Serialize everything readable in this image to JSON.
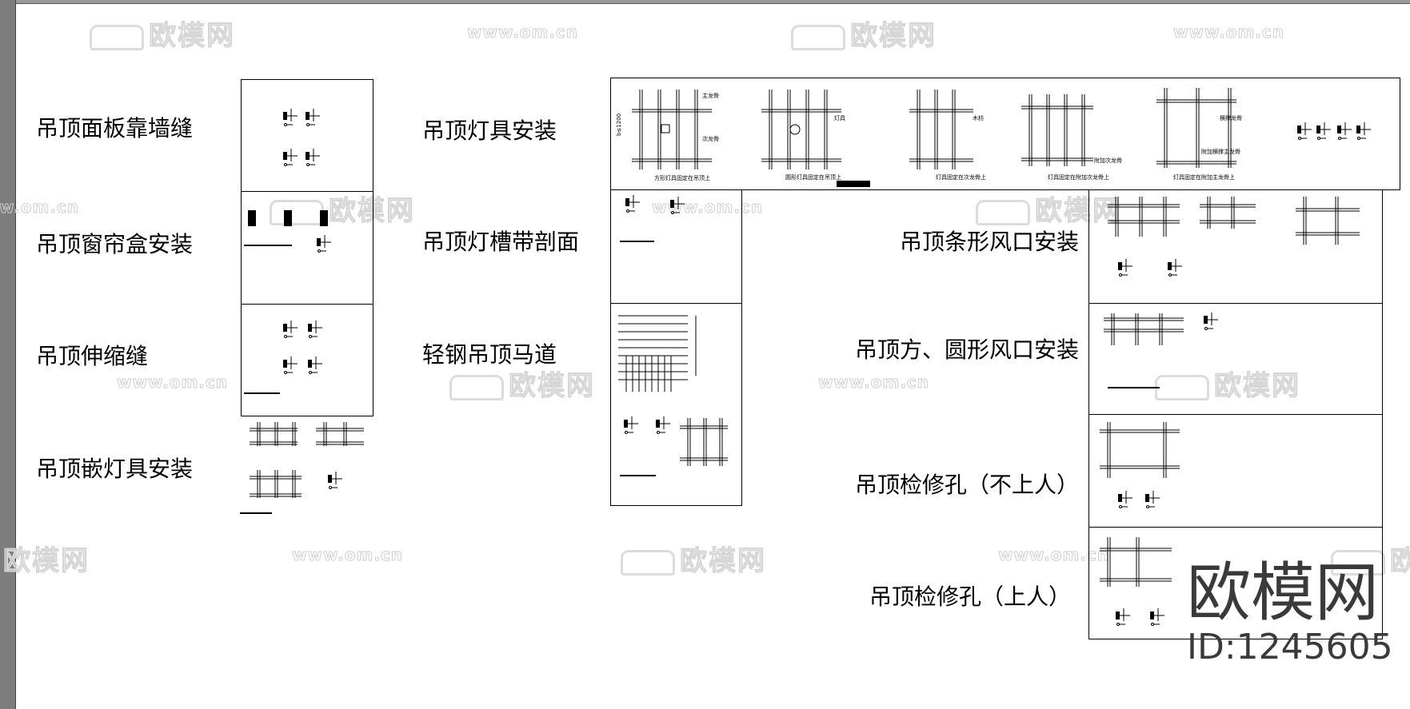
{
  "left_labels": [
    "吊顶面板靠墙缝",
    "吊顶窗帘盒安装",
    "吊顶伸缩缝",
    "吊顶嵌灯具安装"
  ],
  "middle_labels": [
    "吊顶灯具安装",
    "吊顶灯槽带剖面",
    "轻钢吊顶马道"
  ],
  "right_labels": [
    "吊顶条形风口安装",
    "吊顶方、圆形风口安装",
    "吊顶检修孔（不上人）",
    "吊顶检修孔（上人）"
  ],
  "lighting_panel": {
    "captions": [
      "方形灯具固定在吊顶上",
      "圆形灯具固定在吊顶上",
      "灯具固定在次龙骨上",
      "灯具固定在附加次龙骨上",
      "灯具固定在附加主龙骨上"
    ],
    "callouts": [
      "主龙骨",
      "次龙骨",
      "灯具",
      "木枋",
      "横撑龙骨",
      "附加次龙骨",
      "附加横撑主龙骨"
    ],
    "dimension": "b≤1200"
  },
  "watermark": {
    "logo_text": "欧模网",
    "site": "www.om.cn",
    "big_text": "欧模网",
    "id_text": "ID:1245605"
  },
  "colors": {
    "canvas": "#ffffff",
    "left_strip": "#7d7d7d",
    "ink": "#000000",
    "watermark": "#3a3a3a"
  }
}
